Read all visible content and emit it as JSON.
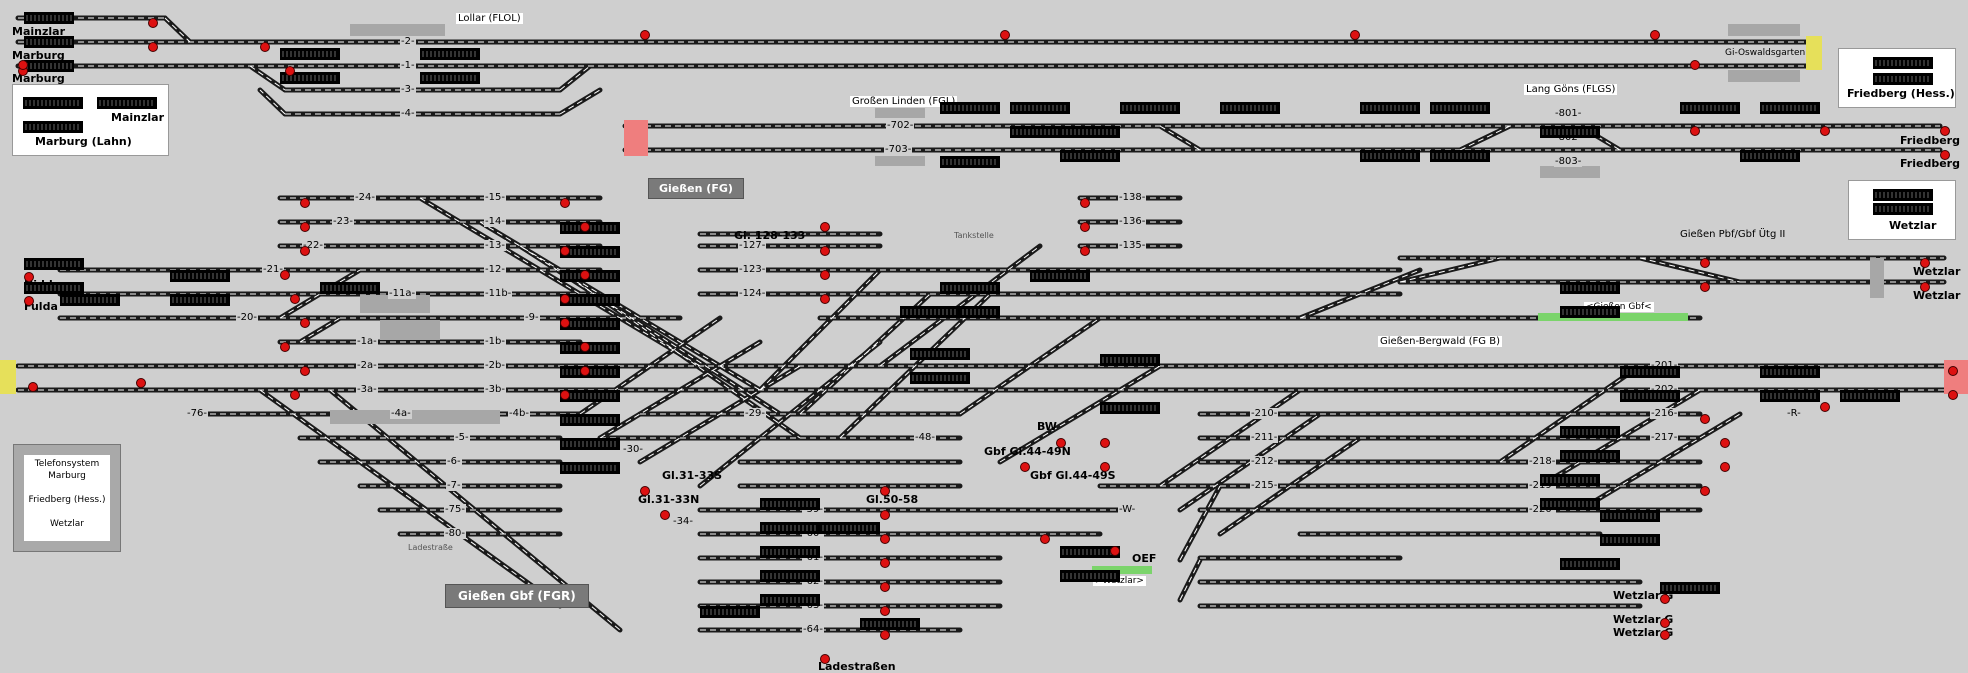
{
  "window": {
    "title": ""
  },
  "colors": {
    "background": "#cfcfcf",
    "track": "#1a1a1a",
    "rail_highlight": "#ffffff",
    "signal_red": "#d11111",
    "signal_green": "#2e8b2e",
    "route_green": "#7bd46b",
    "end_pink": "#ef7e7e",
    "end_yellow": "#e6e05a",
    "station_box": "#7a7a7a"
  },
  "stations": {
    "lollar": "Lollar (FLOL)",
    "grossen_linden": "Großen Linden (FGL)",
    "lang_goens": "Lang Göns (FLGS)",
    "giessen_fg": "Gießen (FG)",
    "giessen_gbf_fgr": "Gießen Gbf (FGR)",
    "giessen_bergwald": "Gießen-Bergwald (FG B)",
    "giessen_pbf_gbf": "Gießen Pbf/Gbf Ütg II",
    "gi_oswaldsgarten": "Gi-Oswaldsgarten",
    "giessen_gbf_route": "<Gießen Gbf<",
    "wetzlar_route": ">Wetzlar>"
  },
  "destinations": {
    "left": [
      "Mainzlar",
      "Marburg",
      "Marburg",
      "Nidda",
      "Fulda"
    ],
    "right": [
      "Friedberg",
      "Friedberg",
      "Wetzlar",
      "Wetzlar"
    ],
    "bottom_right": [
      "Wetzlar G",
      "Wetzlar G",
      "Wetzlar G"
    ],
    "bottom": "Ladestraßen"
  },
  "boxes": {
    "marburg_box": {
      "a": "Mainzlar",
      "b": "Marburg (Lahn)"
    },
    "friedberg_box": "Friedberg (Hess.)",
    "wetzlar_box": "Wetzlar"
  },
  "telefon": {
    "title": "Telefonsystem",
    "lines": [
      "Marburg",
      "Friedberg (Hess.)",
      "Wetzlar"
    ]
  },
  "group_labels": {
    "gl128": "Gl. 128-133",
    "gl31s": "Gl.31-33S",
    "gl31n": "Gl.31-33N",
    "gl50": "Gl.50-58",
    "bw": "BW",
    "gbf44n": "Gbf Gl.44-49N",
    "gbf44s": "Gbf Gl.44-49S",
    "oef": "OEF",
    "tankstelle": "Tankstelle",
    "ladestrasse": "Ladestraße"
  },
  "tracks_lollar": [
    "-2-",
    "-1-",
    "-3-",
    "-4-"
  ],
  "tracks_gl": [
    "-702-",
    "-703-"
  ],
  "tracks_lg": [
    "-801-",
    "-802-",
    "-803-"
  ],
  "tracks_fg_left": [
    "-24-",
    "-23-",
    "-22-",
    "-21-",
    "-20-",
    "-11a-",
    "-1a-",
    "-2a-",
    "-3a-",
    "-4a-"
  ],
  "tracks_fg_right": [
    "-15-",
    "-14-",
    "-13-",
    "-12-",
    "-11b-",
    "-9-",
    "-1b-",
    "-2b-",
    "-3b-",
    "-4b-",
    "-5-",
    "-6-",
    "-7-",
    "-75-",
    "-80-"
  ],
  "tracks_upper_mid": [
    "-127-",
    "-123-",
    "-124-",
    "-138-",
    "-136-",
    "-135-"
  ],
  "tracks_lower_mid": [
    "-29-",
    "-30-",
    "-34-",
    "-48-",
    "-59-",
    "-60-",
    "-61-",
    "-62-",
    "-63-",
    "-64-",
    "-76-",
    "-W-"
  ],
  "tracks_right": [
    "-201-",
    "-202-",
    "-210-",
    "-211-",
    "-212-",
    "-215-",
    "-216-",
    "-217-",
    "-218-",
    "-219-",
    "-220-",
    "-R-"
  ]
}
